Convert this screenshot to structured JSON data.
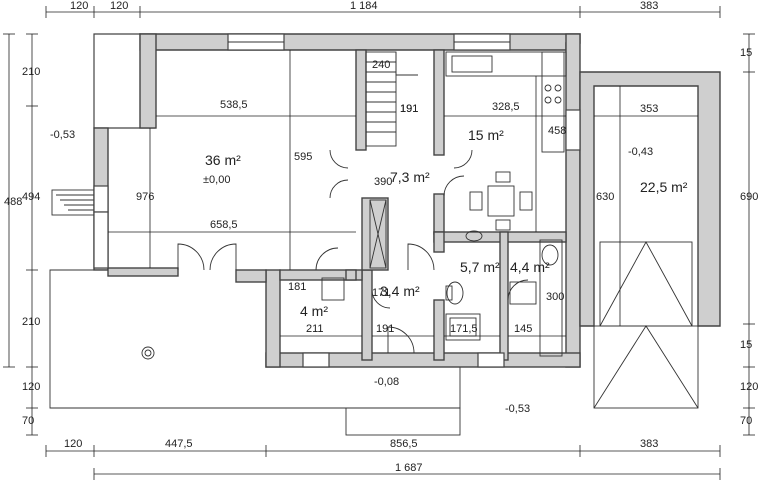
{
  "plan": {
    "top_dims": [
      "120",
      "120",
      "1 184",
      "383"
    ],
    "bottom_dims": [
      "120",
      "447,5",
      "856,5",
      "383"
    ],
    "total_dim": "1 687",
    "left_dims": [
      "488",
      "494",
      "210",
      "210",
      "120",
      "70"
    ],
    "right_dims": [
      "15",
      "690",
      "15",
      "120",
      "70"
    ],
    "levels": [
      "-0,53",
      "±0,00",
      "-0,43",
      "-0,08",
      "-0,53"
    ],
    "rooms": [
      {
        "area": "36 m²",
        "dims": [
          "538,5",
          "658,5",
          "976",
          "595"
        ]
      },
      {
        "area": "15 m²",
        "dims": [
          "328,5",
          "458"
        ]
      },
      {
        "area": "7,3 m²",
        "dims": [
          "191",
          "390"
        ]
      },
      {
        "area": "22,5 m²",
        "dims": [
          "353",
          "630"
        ]
      },
      {
        "area": "5,7 m²",
        "dims": [
          "171,5"
        ]
      },
      {
        "area": "4,4 m²",
        "dims": [
          "145",
          "300"
        ]
      },
      {
        "area": "3,4 m²",
        "dims": [
          "171",
          "191"
        ]
      },
      {
        "area": "4 m²",
        "dims": [
          "211",
          "181"
        ]
      }
    ],
    "misc_dims": [
      "240",
      "191"
    ]
  }
}
